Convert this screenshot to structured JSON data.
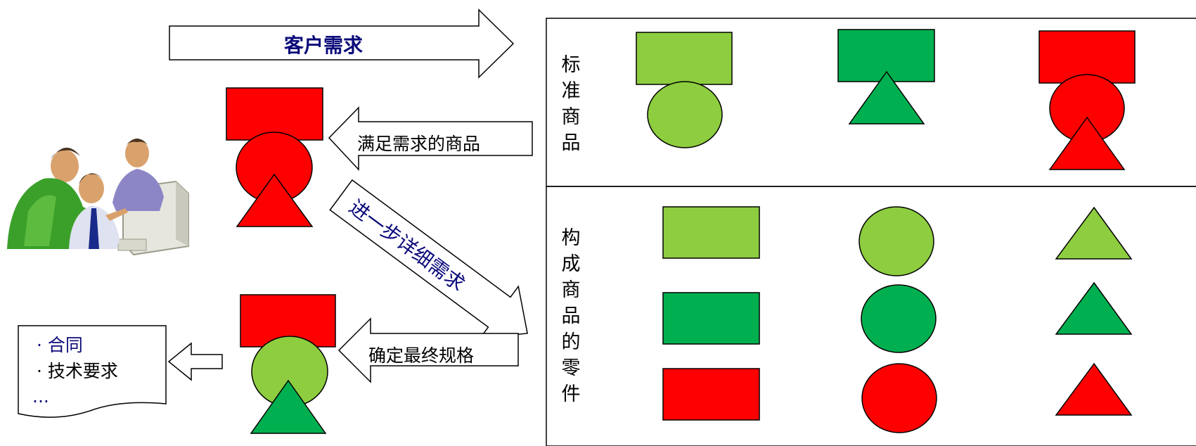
{
  "arrows": {
    "customer_demand": "客户需求",
    "satisfying_goods": "满足需求的商品",
    "detail_demand": "进一步详细需求",
    "final_spec": "确定最终规格"
  },
  "document": {
    "line1": "· 合同",
    "line2": "· 技术要求",
    "line3": "..."
  },
  "panels": {
    "standard_goods_chars": [
      "标",
      "准",
      "商",
      "品"
    ],
    "component_chars": [
      "构",
      "成",
      "商",
      "品",
      "的",
      "零",
      "件"
    ]
  },
  "colors": {
    "light_green": "#8dcd3f",
    "green": "#00b050",
    "red": "#ff0000",
    "navy_text": "#0a0a7a"
  }
}
